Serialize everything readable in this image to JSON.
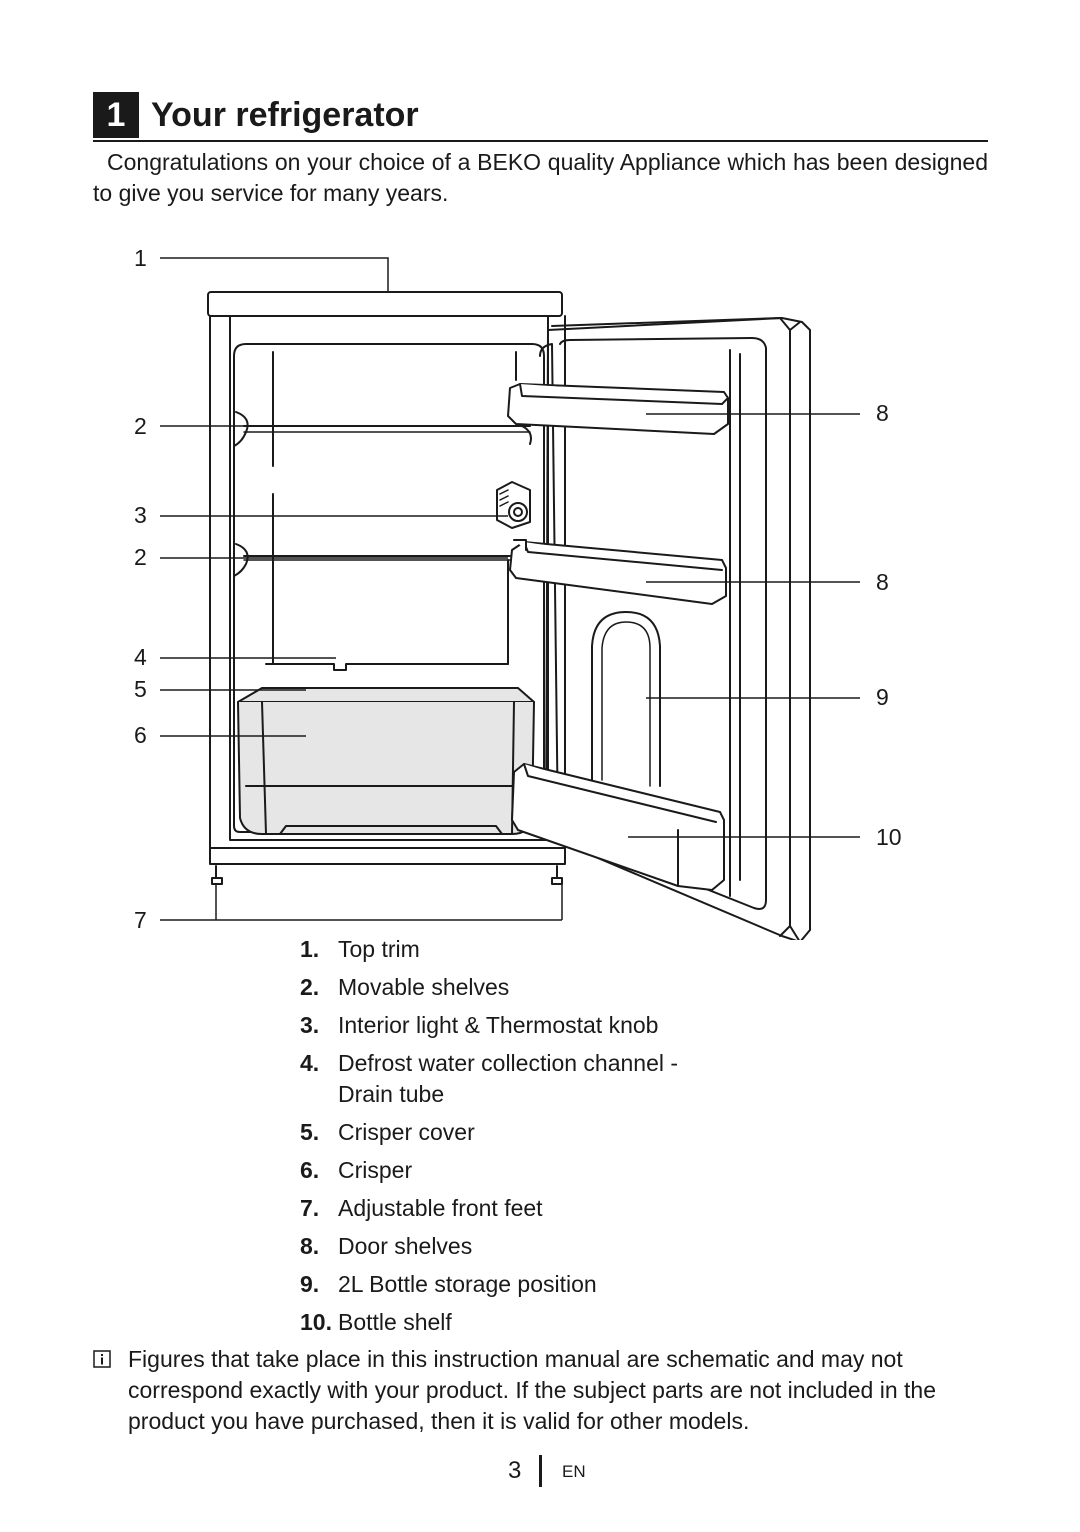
{
  "section": {
    "number": "1",
    "title": "Your refrigerator"
  },
  "intro": "Congratulations on your choice of a BEKO quality Appliance which has been designed to give you service for many years.",
  "diagram": {
    "callouts": {
      "c1": "1",
      "c2a": "2",
      "c3": "3",
      "c2b": "2",
      "c4": "4",
      "c5": "5",
      "c6": "6",
      "c7": "7",
      "c8a": "8",
      "c8b": "8",
      "c9": "9",
      "c10": "10"
    }
  },
  "parts": [
    {
      "num": "1.",
      "label": "Top trim"
    },
    {
      "num": "2.",
      "label": "Movable shelves"
    },
    {
      "num": "3.",
      "label": "Interior light & Thermostat knob"
    },
    {
      "num": "4.",
      "label": "Defrost water collection channel - Drain tube"
    },
    {
      "num": "5.",
      "label": "Crisper cover"
    },
    {
      "num": "6.",
      "label": "Crisper"
    },
    {
      "num": "7.",
      "label": "Adjustable front feet"
    },
    {
      "num": "8.",
      "label": "Door shelves"
    },
    {
      "num": "9.",
      "label": "2L Bottle storage position"
    },
    {
      "num": "10.",
      "label": "Bottle shelf"
    }
  ],
  "note": {
    "icon": "info-icon",
    "text": "Figures that take place in this instruction manual are schematic and may not correspond exactly with your product. If the subject parts are not included in the product you have purchased, then it is valid for other models."
  },
  "footer": {
    "page": "3",
    "lang": "EN"
  }
}
